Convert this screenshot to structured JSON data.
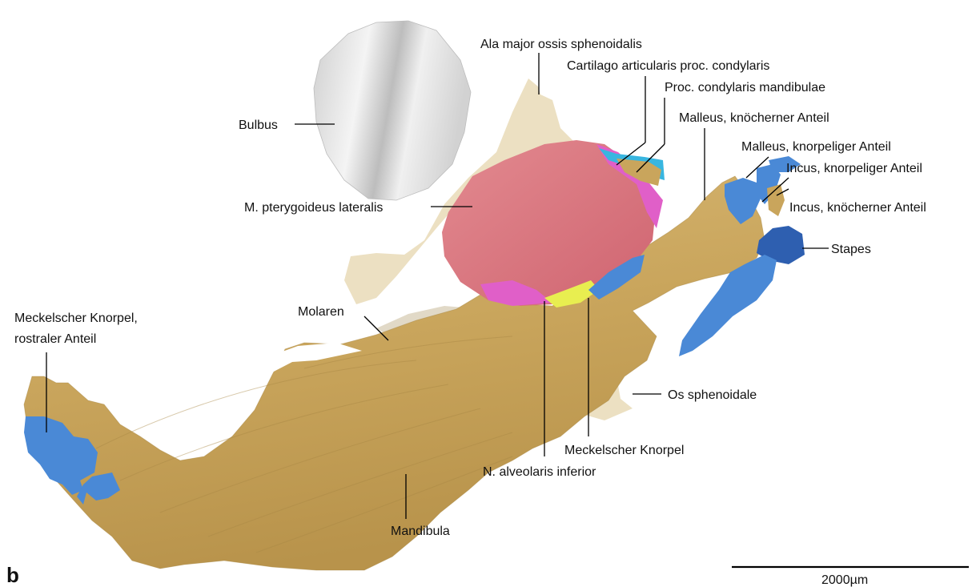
{
  "panel_letter": "b",
  "scale_bar": {
    "label": "2000µm"
  },
  "colors": {
    "bone": "#c9a55c",
    "bone_light": "#e3d3ae",
    "cartilage": "#4a89d6",
    "cartilage_dark": "#2e5fb0",
    "muscle": "#d9737c",
    "magenta": "#e05fc8",
    "cyan": "#38b6e0",
    "yellow": "#e8ee50",
    "bulbus": "#e6e6e6"
  },
  "labels": {
    "ala_major": "Ala major ossis sphenoidalis",
    "cartilago_articularis": "Cartilago articularis proc. condylaris",
    "proc_condylaris": "Proc. condylaris mandibulae",
    "malleus_knoechern": "Malleus, knöcherner Anteil",
    "malleus_knorpelig": "Malleus, knorpeliger Anteil",
    "incus_knorpelig": "Incus, knorpeliger Anteil",
    "incus_knoechern": "Incus, knöcherner Anteil",
    "stapes": "Stapes",
    "bulbus": "Bulbus",
    "m_pterygoideus": "M. pterygoideus lateralis",
    "molaren": "Molaren",
    "meckel_rostral_line1": "Meckelscher Knorpel,",
    "meckel_rostral_line2": "rostraler Anteil",
    "os_sphenoidale": "Os sphenoidale",
    "meckel": "Meckelscher Knorpel",
    "n_alveolaris": "N. alveolaris inferior",
    "mandibula": "Mandibula"
  }
}
